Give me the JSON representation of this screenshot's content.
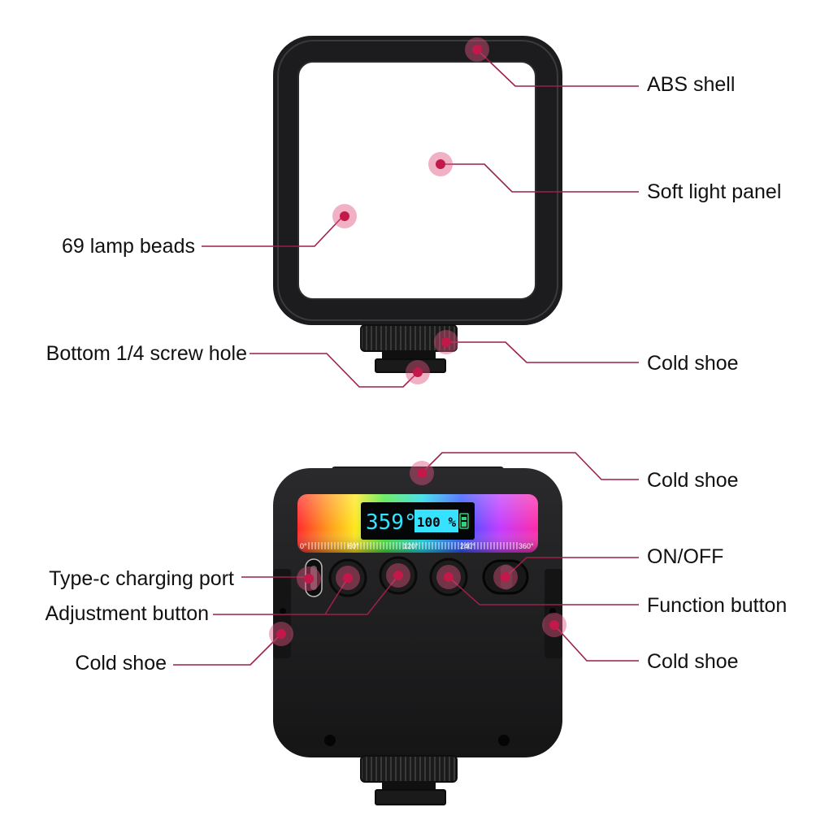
{
  "colors": {
    "leader": "#9c1f47",
    "dot": "#c2184a",
    "dot_halo": "#e0527e",
    "body": "#1e1e20",
    "lcd_text": "#34e3ff",
    "lcd_box": "#36e2ff"
  },
  "labels": {
    "abs_shell": "ABS shell",
    "soft_light_panel": "Soft light panel",
    "lamp_beads": "69 lamp beads",
    "screw_hole": "Bottom 1/4 screw hole",
    "cold_shoe_bottom_front": "Cold shoe",
    "cold_shoe_top_back": "Cold shoe",
    "on_off": "ON/OFF",
    "type_c": "Type-c charging port",
    "function_button": "Function button",
    "adjustment_button": "Adjustment button",
    "cold_shoe_left": "Cold shoe",
    "cold_shoe_right": "Cold shoe"
  },
  "display": {
    "hue": "359°",
    "brightness": "100 %",
    "scale": [
      "0°",
      "60°",
      "120°",
      "240°",
      "360°"
    ]
  }
}
